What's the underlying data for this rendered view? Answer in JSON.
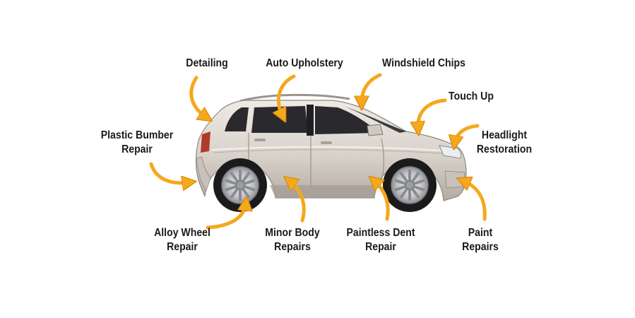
{
  "labels": {
    "detailing": [
      "Detailing"
    ],
    "auto_upholstery": [
      "Auto Upholstery"
    ],
    "windshield_chips": [
      "Windshield Chips"
    ],
    "touch_up": [
      "Touch Up"
    ],
    "headlight_restoration": [
      "Headlight",
      "Restoration"
    ],
    "plastic_bumber_repair": [
      "Plastic Bumber",
      "Repair"
    ],
    "alloy_wheel_repair": [
      "Alloy Wheel",
      "Repair"
    ],
    "minor_body_repairs": [
      "Minor Body",
      "Repairs"
    ],
    "paintless_dent_repair": [
      "Paintless Dent",
      "Repair"
    ],
    "paint_repairs": [
      "Paint",
      "Repairs"
    ]
  },
  "colors": {
    "arrow": "#f5a81c",
    "arrow_edge": "#d98a0a",
    "car_body": "#d9d3cc",
    "car_shade": "#b9b1a8",
    "glass": "#2a2a2e",
    "tire": "#1b1b1b",
    "rim": "#c9c9cc",
    "text": "#1a1a1a"
  },
  "icons": {
    "car": "car-illustration",
    "arrow": "curved-arrow-icon"
  }
}
